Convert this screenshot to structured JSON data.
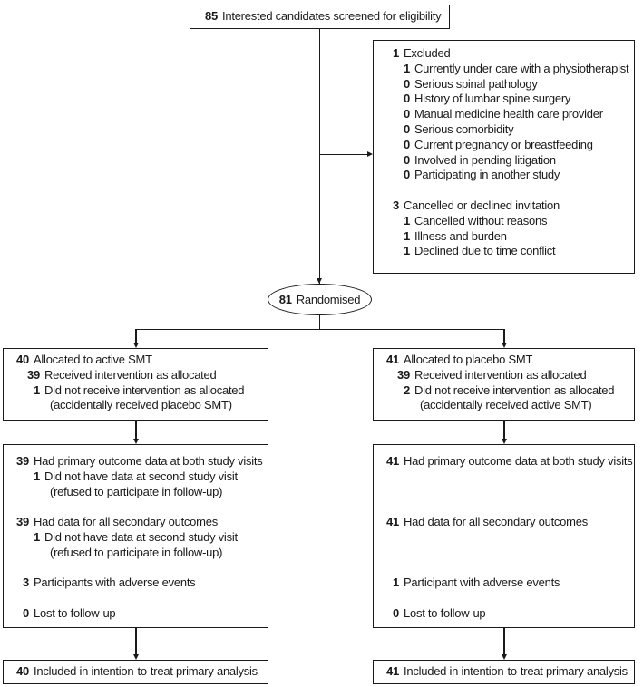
{
  "colors": {
    "ink": "#1a1a1a",
    "bg": "#ffffff"
  },
  "diagram": {
    "screening_box": {
      "lines": [
        {
          "num": "85",
          "text": "Interested candidates screened for eligibility",
          "level": 1
        }
      ]
    },
    "excluded_box": {
      "lines": [
        {
          "num": "1",
          "text": "Excluded",
          "level": 1
        },
        {
          "num": "1",
          "text": "Currently under care with a physiotherapist",
          "level": 2
        },
        {
          "num": "0",
          "text": "Serious spinal pathology",
          "level": 2
        },
        {
          "num": "0",
          "text": "History of lumbar spine surgery",
          "level": 2
        },
        {
          "num": "0",
          "text": "Manual medicine health care provider",
          "level": 2
        },
        {
          "num": "0",
          "text": "Serious comorbidity",
          "level": 2
        },
        {
          "num": "0",
          "text": "Current pregnancy or breastfeeding",
          "level": 2
        },
        {
          "num": "0",
          "text": "Involved in pending litigation",
          "level": 2
        },
        {
          "num": "0",
          "text": "Participating in another study",
          "level": 2
        },
        {
          "type": "blank"
        },
        {
          "num": "3",
          "text": "Cancelled or declined invitation",
          "level": 1
        },
        {
          "num": "1",
          "text": "Cancelled without reasons",
          "level": 2
        },
        {
          "num": "1",
          "text": "Illness and burden",
          "level": 2
        },
        {
          "num": "1",
          "text": "Declined due to time conflict",
          "level": 2
        }
      ]
    },
    "randomised": {
      "num": "81",
      "text": "Randomised"
    },
    "allocation_active_box": {
      "lines": [
        {
          "num": "40",
          "text": "Allocated to active SMT",
          "level": 1
        },
        {
          "num": "39",
          "text": "Received intervention as allocated",
          "level": 2
        },
        {
          "num": "1",
          "text": "Did not receive intervention as allocated",
          "level": 2
        },
        {
          "type": "cont",
          "text": "(accidentally received placebo SMT)"
        }
      ]
    },
    "allocation_placebo_box": {
      "lines": [
        {
          "num": "41",
          "text": "Allocated to placebo SMT",
          "level": 1
        },
        {
          "num": "39",
          "text": "Received intervention as allocated",
          "level": 2
        },
        {
          "num": "2",
          "text": "Did not receive intervention as allocated",
          "level": 2
        },
        {
          "type": "cont",
          "text": "(accidentally received active SMT)"
        }
      ]
    },
    "followup_active_box": {
      "lines": [
        {
          "num": "39",
          "text": "Had primary outcome data at both study visits",
          "level": 1
        },
        {
          "num": "1",
          "text": "Did not have data at second study visit",
          "level": 2
        },
        {
          "type": "cont",
          "text": "(refused to participate in follow-up)"
        },
        {
          "type": "blank"
        },
        {
          "num": "39",
          "text": "Had data for all secondary outcomes",
          "level": 1
        },
        {
          "num": "1",
          "text": "Did not have data at second study visit",
          "level": 2
        },
        {
          "type": "cont",
          "text": "(refused to participate in follow-up)"
        },
        {
          "type": "blank"
        },
        {
          "num": "3",
          "text": "Participants with adverse events",
          "level": 1
        },
        {
          "type": "blank"
        },
        {
          "num": "0",
          "text": "Lost to follow-up",
          "level": 1
        }
      ]
    },
    "followup_placebo_box": {
      "lines": [
        {
          "num": "41",
          "text": "Had primary outcome data at both study visits",
          "level": 1
        },
        {
          "type": "blank"
        },
        {
          "type": "blank"
        },
        {
          "type": "blank"
        },
        {
          "num": "41",
          "text": "Had data for all secondary outcomes",
          "level": 1
        },
        {
          "type": "blank"
        },
        {
          "type": "blank"
        },
        {
          "type": "blank"
        },
        {
          "num": "1",
          "text": "Participant with adverse events",
          "level": 1
        },
        {
          "type": "blank"
        },
        {
          "num": "0",
          "text": "Lost to follow-up",
          "level": 1
        }
      ]
    },
    "analysis_active_box": {
      "lines": [
        {
          "num": "40",
          "text": "Included in intention-to-treat primary analysis",
          "level": 1
        }
      ]
    },
    "analysis_placebo_box": {
      "lines": [
        {
          "num": "41",
          "text": "Included in intention-to-treat primary analysis",
          "level": 1
        }
      ]
    }
  }
}
